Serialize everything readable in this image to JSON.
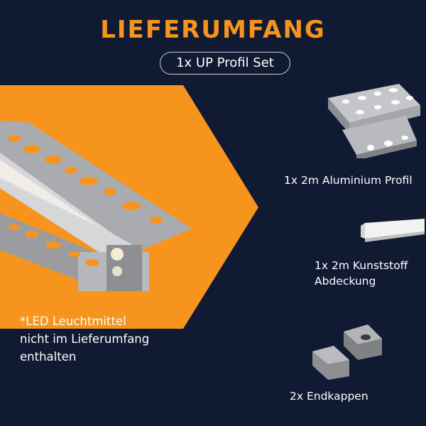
{
  "header": {
    "title": "LIEFERUMFANG",
    "subtitle": "1x UP Profil Set"
  },
  "note": {
    "line1": "*LED Leuchtmittel",
    "line2": "nicht im Lieferumfang",
    "line3": "enthalten"
  },
  "items": [
    {
      "label_line1": "1x 2m Aluminium Profil",
      "icon": "aluminium-profile-icon"
    },
    {
      "label_line1": "1x 2m Kunststoff",
      "label_line2": "Abdeckung",
      "icon": "plastic-cover-icon"
    },
    {
      "label_line1": "2x Endkappen",
      "icon": "end-caps-icon"
    }
  ],
  "colors": {
    "background": "#101a33",
    "accent": "#f7941d",
    "text": "#ffffff"
  }
}
